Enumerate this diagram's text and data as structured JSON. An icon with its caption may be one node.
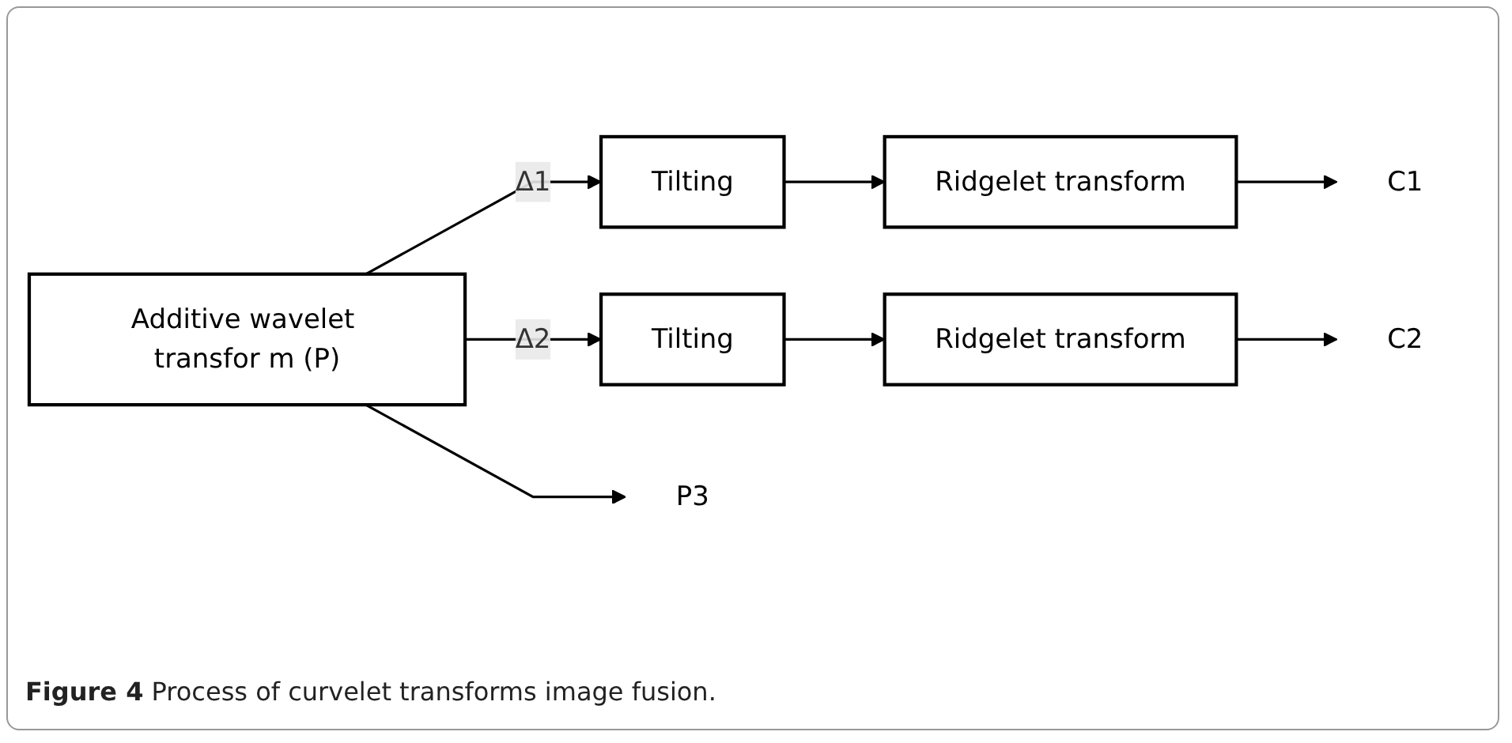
{
  "diagram": {
    "caption": "**Figure 4** Process of curvelet transforms image fusion.",
    "nodes": [
      {
        "text": [
          "Additive wavelet transfor m (P)"
        ]
      },
      {
        "text": [
          "Tilting"
        ]
      },
      {
        "text": [
          "Ridgelet transform"
        ]
      },
      {
        "text": [
          "Tilting"
        ]
      },
      {
        "text": [
          "Ridgelet transform"
        ]
      },
      {
        "text": [
          "P3"
        ]
      },
      {
        "text": [
          "C1"
        ]
      },
      {
        "text": [
          "C2"
        ]
      }
    ],
    "edges": [
      {
        "from": 0,
        "to": 5,
        "arrow": "to"
      },
      {
        "from": 0,
        "to": 1,
        "arrow": "to",
        "label": "Δ1"
      },
      {
        "from": 1,
        "to": 2,
        "arrow": "to"
      },
      {
        "from": 2,
        "to": 6,
        "arrow": "to"
      },
      {
        "from": 0,
        "to": 3,
        "arrow": "to",
        "label": "Δ2"
      },
      {
        "from": 3,
        "to": 4,
        "arrow": "to"
      },
      {
        "from": 4,
        "to": 7,
        "arrow": "to"
      }
    ]
  }
}
